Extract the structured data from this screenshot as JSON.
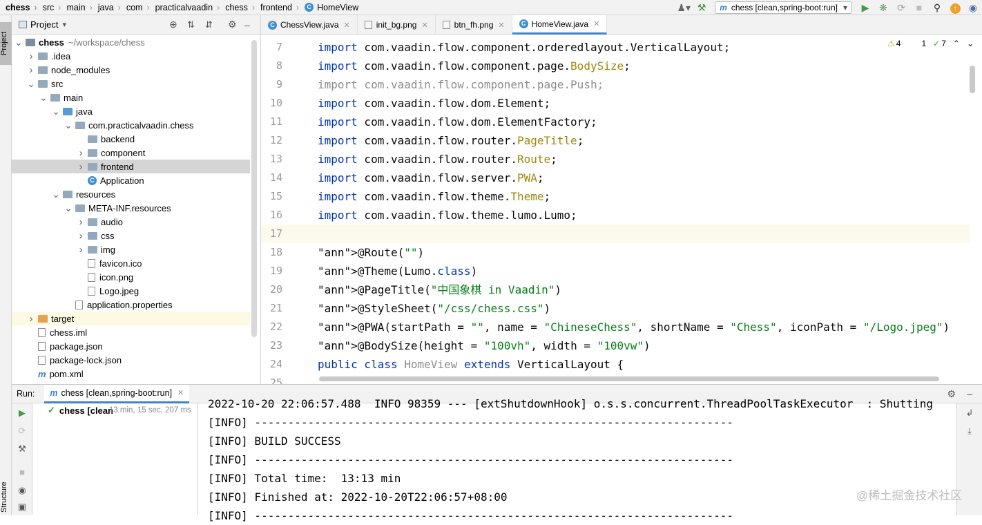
{
  "breadcrumb": [
    "chess",
    "src",
    "main",
    "java",
    "com",
    "practicalvaadin",
    "chess",
    "frontend",
    "HomeView"
  ],
  "toolbar": {
    "run_config": "chess [clean,spring-boot:run]",
    "run_config_icon": "maven-m-icon"
  },
  "left_strip": {
    "project_tab": "Project",
    "structure_tab": "Structure"
  },
  "project_panel": {
    "title": "Project",
    "tree": [
      {
        "label": "chess",
        "extra": "~/workspace/chess",
        "depth": 0,
        "expanded": true,
        "icon": "module-folder-icon",
        "bold": true
      },
      {
        "label": ".idea",
        "depth": 1,
        "expanded": false,
        "icon": "folder-icon"
      },
      {
        "label": "node_modules",
        "depth": 1,
        "expanded": false,
        "icon": "folder-icon"
      },
      {
        "label": "src",
        "depth": 1,
        "expanded": true,
        "icon": "folder-icon"
      },
      {
        "label": "main",
        "depth": 2,
        "expanded": true,
        "icon": "folder-icon"
      },
      {
        "label": "java",
        "depth": 3,
        "expanded": true,
        "icon": "source-folder-icon"
      },
      {
        "label": "com.practicalvaadin.chess",
        "depth": 4,
        "expanded": true,
        "icon": "package-icon"
      },
      {
        "label": "backend",
        "depth": 5,
        "icon": "package-icon"
      },
      {
        "label": "component",
        "depth": 5,
        "expanded": false,
        "icon": "package-icon"
      },
      {
        "label": "frontend",
        "depth": 5,
        "expanded": false,
        "icon": "package-icon",
        "selected": true
      },
      {
        "label": "Application",
        "depth": 5,
        "icon": "java-class-icon"
      },
      {
        "label": "resources",
        "depth": 3,
        "expanded": true,
        "icon": "resources-folder-icon"
      },
      {
        "label": "META-INF.resources",
        "depth": 4,
        "expanded": true,
        "icon": "folder-icon"
      },
      {
        "label": "audio",
        "depth": 5,
        "expanded": false,
        "icon": "folder-icon"
      },
      {
        "label": "css",
        "depth": 5,
        "expanded": false,
        "icon": "folder-icon"
      },
      {
        "label": "img",
        "depth": 5,
        "expanded": false,
        "icon": "folder-icon"
      },
      {
        "label": "favicon.ico",
        "depth": 5,
        "icon": "file-icon"
      },
      {
        "label": "icon.png",
        "depth": 5,
        "icon": "file-icon"
      },
      {
        "label": "Logo.jpeg",
        "depth": 5,
        "icon": "file-icon"
      },
      {
        "label": "application.properties",
        "depth": 4,
        "icon": "properties-file-icon"
      },
      {
        "label": "target",
        "depth": 1,
        "expanded": false,
        "icon": "target-folder-icon",
        "target": true
      },
      {
        "label": "chess.iml",
        "depth": 1,
        "icon": "file-icon"
      },
      {
        "label": "package.json",
        "depth": 1,
        "icon": "file-icon"
      },
      {
        "label": "package-lock.json",
        "depth": 1,
        "icon": "file-icon"
      },
      {
        "label": "pom.xml",
        "depth": 1,
        "icon": "maven-file-icon"
      }
    ]
  },
  "editor": {
    "tabs": [
      {
        "label": "ChessView.java",
        "icon": "java-class-icon",
        "active": false
      },
      {
        "label": "init_bg.png",
        "icon": "image-file-icon",
        "active": false
      },
      {
        "label": "btn_fh.png",
        "icon": "image-file-icon",
        "active": false
      },
      {
        "label": "HomeView.java",
        "icon": "java-class-icon",
        "active": true
      }
    ],
    "inspections": {
      "warnings": "4",
      "weak_warnings": "1",
      "typos": "7"
    },
    "current_line": 17,
    "lines": [
      {
        "n": "7",
        "code": "import com.vaadin.flow.component.orderedlayout.VerticalLayout;"
      },
      {
        "n": "8",
        "code": "import com.vaadin.flow.component.page.BodySize;"
      },
      {
        "n": "9",
        "code": "import com.vaadin.flow.component.page.Push;"
      },
      {
        "n": "10",
        "code": "import com.vaadin.flow.dom.Element;"
      },
      {
        "n": "11",
        "code": "import com.vaadin.flow.dom.ElementFactory;"
      },
      {
        "n": "12",
        "code": "import com.vaadin.flow.router.PageTitle;"
      },
      {
        "n": "13",
        "code": "import com.vaadin.flow.router.Route;"
      },
      {
        "n": "14",
        "code": "import com.vaadin.flow.server.PWA;"
      },
      {
        "n": "15",
        "code": "import com.vaadin.flow.theme.Theme;"
      },
      {
        "n": "16",
        "code": "import com.vaadin.flow.theme.lumo.Lumo;"
      },
      {
        "n": "17",
        "code": ""
      },
      {
        "n": "18",
        "code": "@Route(\"\")"
      },
      {
        "n": "19",
        "code": "@Theme(Lumo.class)"
      },
      {
        "n": "20",
        "code": "@PageTitle(\"中国象棋 in Vaadin\")"
      },
      {
        "n": "21",
        "code": "@StyleSheet(\"/css/chess.css\")"
      },
      {
        "n": "22",
        "code": "@PWA(startPath = \"\", name = \"ChineseChess\", shortName = \"Chess\", iconPath = \"/Logo.jpeg\")"
      },
      {
        "n": "23",
        "code": "@BodySize(height = \"100vh\", width = \"100vw\")"
      },
      {
        "n": "24",
        "code": "public class HomeView extends VerticalLayout {"
      },
      {
        "n": "25",
        "code": ""
      }
    ]
  },
  "run_panel": {
    "label": "Run:",
    "tab": "chess [clean,spring-boot:run]",
    "tree_item": {
      "label": "chess [clean",
      "time": "13 min, 15 sec, 207 ms"
    },
    "console": [
      "2022-10-20 22:06:57.488  INFO 98359 --- [extShutdownHook] o.s.s.concurrent.ThreadPoolTaskExecutor  : Shutting",
      "[INFO] ------------------------------------------------------------------------",
      "[INFO] BUILD SUCCESS",
      "[INFO] ------------------------------------------------------------------------",
      "[INFO] Total time:  13:13 min",
      "[INFO] Finished at: 2022-10-20T22:06:57+08:00",
      "[INFO] ------------------------------------------------------------------------"
    ]
  },
  "watermark": "@稀土掘金技术社区",
  "colors": {
    "keyword": "#0033b3",
    "annotation": "#9e880d",
    "string": "#067d17",
    "unused": "#8c8c8c",
    "selection": "#d5d5d5",
    "current_line": "#fcfaed"
  }
}
